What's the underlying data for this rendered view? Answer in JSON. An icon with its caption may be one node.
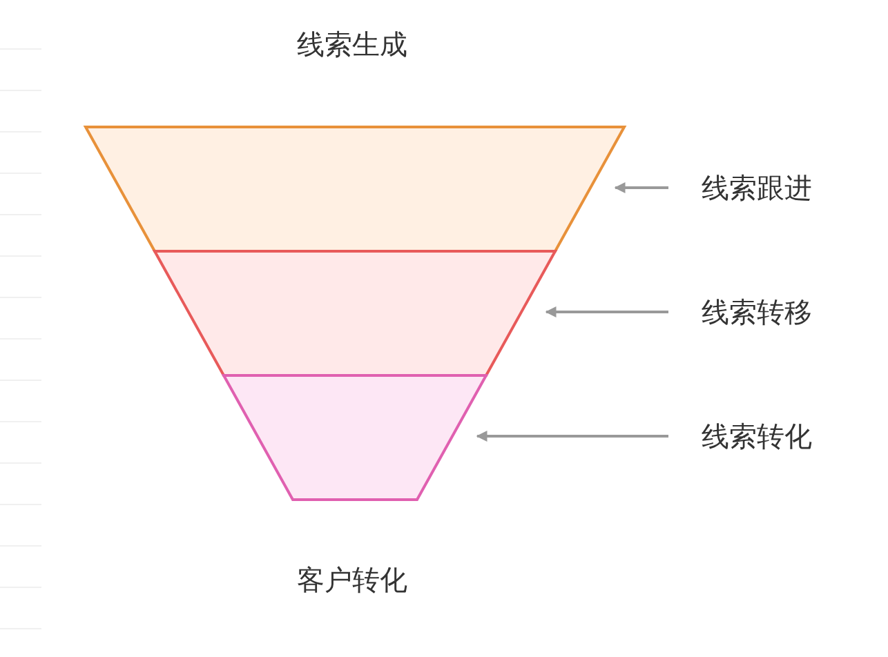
{
  "diagram": {
    "nodes": [
      {
        "text": [],
        "shape": "trapezoid"
      },
      {
        "text": [],
        "shape": "trapezoid"
      },
      {
        "text": [],
        "shape": "trapezoid"
      },
      {
        "text": [
          "线索跟进"
        ]
      },
      {
        "text": [
          "线索转移"
        ]
      },
      {
        "text": [
          "线索转化"
        ]
      }
    ],
    "edges": [
      {
        "from": 3,
        "to": 0,
        "arrow": "to",
        "color": "#999999"
      },
      {
        "from": 4,
        "to": 1,
        "arrow": "to",
        "color": "#999999"
      },
      {
        "from": 5,
        "to": 2,
        "arrow": "to",
        "color": "#999999"
      }
    ],
    "labels": [
      "线索生成",
      "客户转化"
    ]
  }
}
